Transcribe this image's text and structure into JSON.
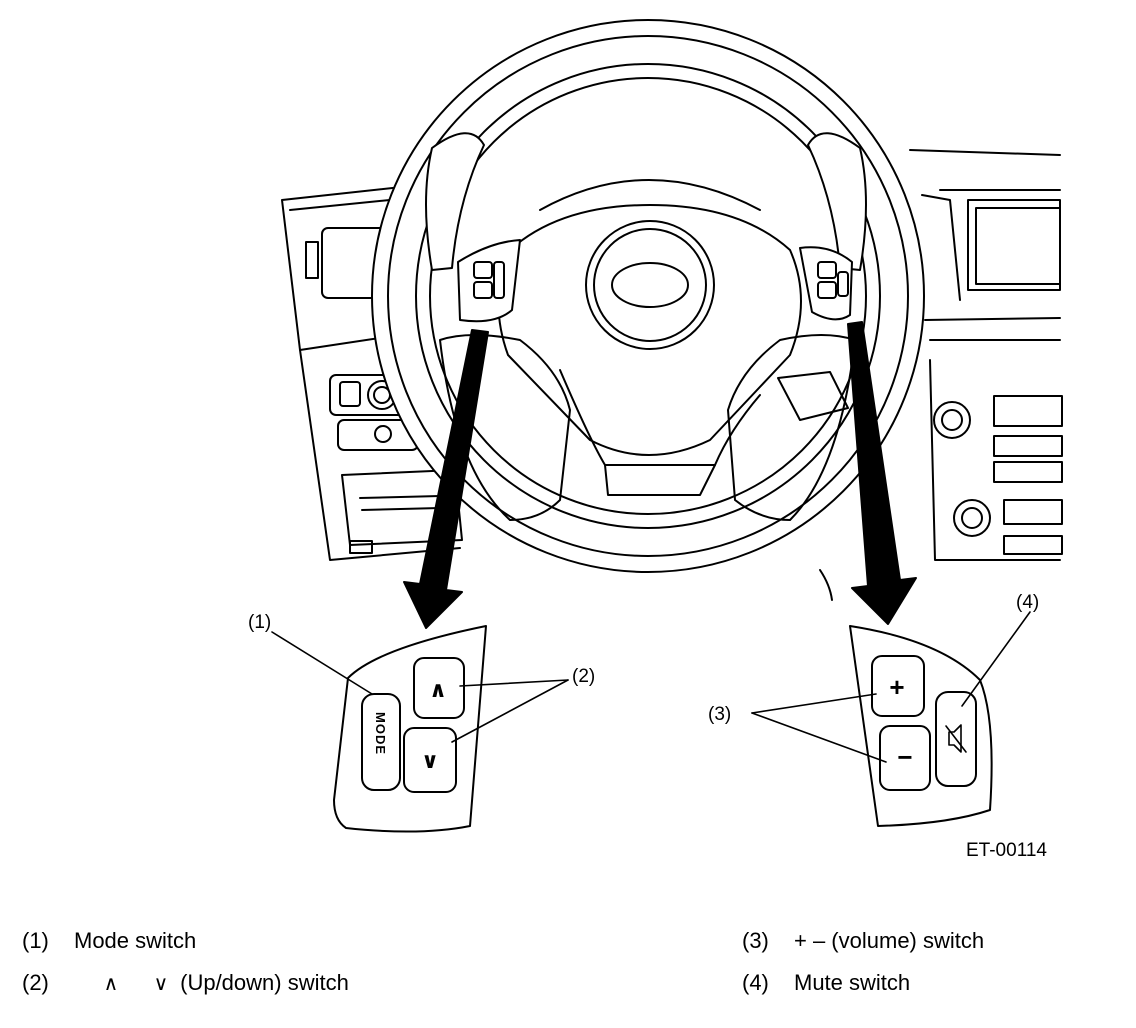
{
  "figure_id": "ET-00114",
  "callouts": {
    "c1": "(1)",
    "c2": "(2)",
    "c3": "(3)",
    "c4": "(4)"
  },
  "switch_labels": {
    "mode": "MODE",
    "up": "∧",
    "down": "∨",
    "plus": "+",
    "minus": "−"
  },
  "legend": [
    {
      "num": "(1)",
      "text": "Mode switch"
    },
    {
      "num": "(2)",
      "arrow_up": "∧",
      "arrow_down": "∨",
      "text": "(Up/down) switch"
    },
    {
      "num": "(3)",
      "text": "+ – (volume) switch"
    },
    {
      "num": "(4)",
      "text": "Mute switch"
    }
  ]
}
